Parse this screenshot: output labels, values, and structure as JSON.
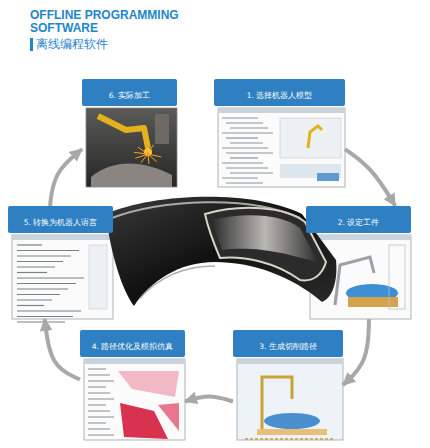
{
  "diagram": {
    "title": "OFFLINE PROGRAMMING SOFTWARE",
    "nodes": [
      {
        "text": [
          "1. 选择机器人模型"
        ]
      },
      {
        "text": [
          "2. 设定工件"
        ]
      },
      {
        "text": [
          "3. 生成切削路径"
        ]
      },
      {
        "text": [
          "4. 路径优化及模拟仿真"
        ]
      },
      {
        "text": [
          "5. 转换为机器人语言"
        ]
      },
      {
        "text": [
          "6. 实际加工"
        ]
      }
    ],
    "edges": [
      {
        "from": 0,
        "to": 1,
        "arrow": "to"
      },
      {
        "from": 1,
        "to": 2,
        "arrow": "to"
      },
      {
        "from": 2,
        "to": 3,
        "arrow": "to"
      },
      {
        "from": 3,
        "to": 4,
        "arrow": "to"
      },
      {
        "from": 4,
        "to": 5,
        "arrow": "to"
      }
    ],
    "labels": [
      "离线编程软件"
    ]
  }
}
